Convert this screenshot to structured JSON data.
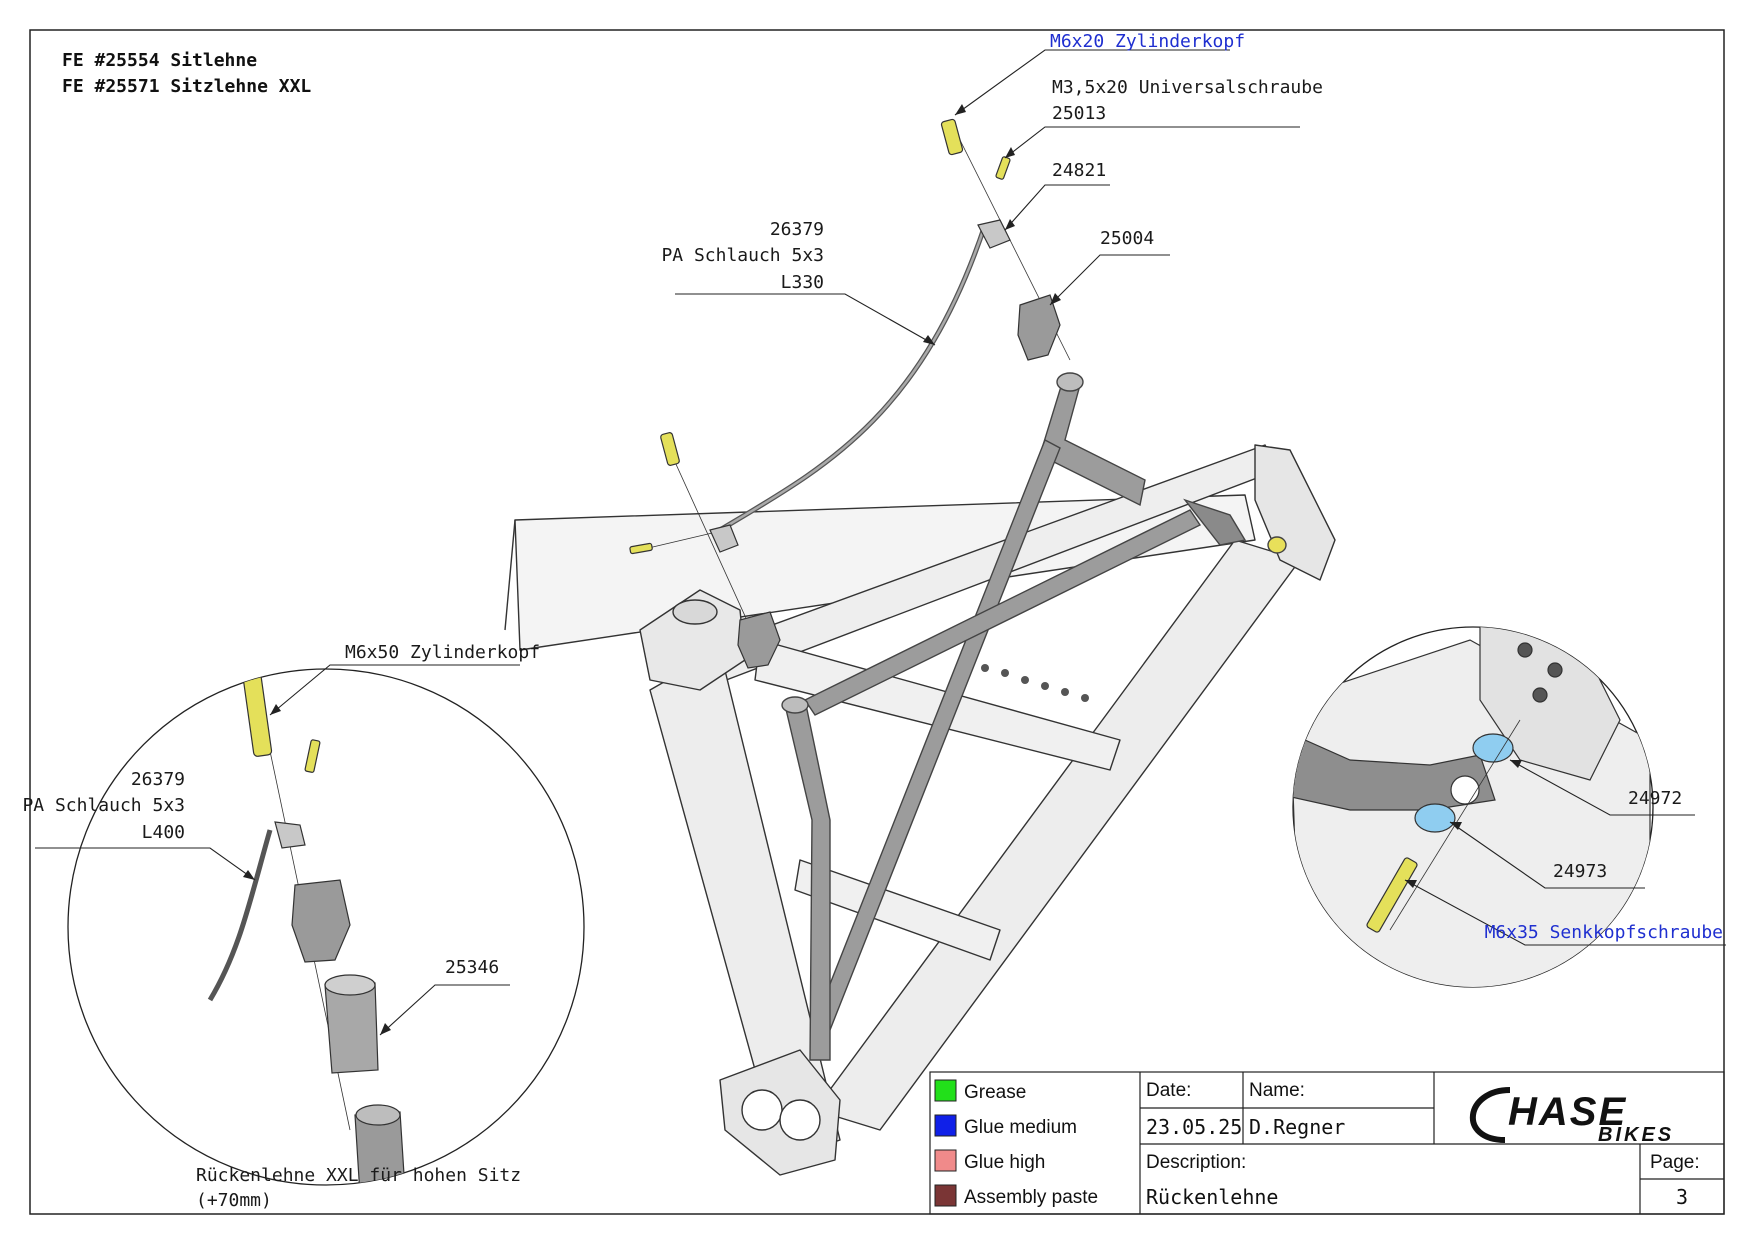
{
  "header": {
    "line1": "FE #25554 Sitlehne",
    "line2": "FE #25571 Sitzlehne XXL"
  },
  "callouts": {
    "m6x20": "M6x20 Zylinderkopf",
    "m35_name": "M3,5x20 Universalschraube",
    "m35_num": "25013",
    "p24821": "24821",
    "p25004": "25004",
    "hose_num": "26379",
    "hose_name": "PA Schlauch 5x3",
    "hose_len": "L330"
  },
  "detail_left": {
    "m6x50": "M6x50 Zylinderkopf",
    "hose_num": "26379",
    "hose_name": "PA Schlauch 5x3",
    "hose_len": "L400",
    "p25346": "25346",
    "caption1": "Rückenlehne XXL für hohen Sitz",
    "caption2": "(+70mm)"
  },
  "detail_right": {
    "p24972": "24972",
    "p24973": "24973",
    "m6x35": "M6x35 Senkkopfschraube"
  },
  "legend": [
    {
      "label": "Grease",
      "color": "#22e01a"
    },
    {
      "label": "Glue medium",
      "color": "#1020e8"
    },
    {
      "label": "Glue high",
      "color": "#f08a8a"
    },
    {
      "label": "Assembly paste",
      "color": "#7a3535"
    }
  ],
  "title_block": {
    "date_label": "Date:",
    "date_value": "23.05.25",
    "name_label": "Name:",
    "name_value": "D.Regner",
    "desc_label": "Description:",
    "desc_value": "Rückenlehne",
    "page_label": "Page:",
    "page_value": "3"
  },
  "logo": {
    "word1": "HASE",
    "word2": "BIKES"
  },
  "colors": {
    "link_blue": "#1f2fd0",
    "screw_yellow": "#e4e05a",
    "spacer_blue": "#8fcdf0",
    "frame_light": "#ececec",
    "backrest_grey": "#9a9a9a"
  }
}
